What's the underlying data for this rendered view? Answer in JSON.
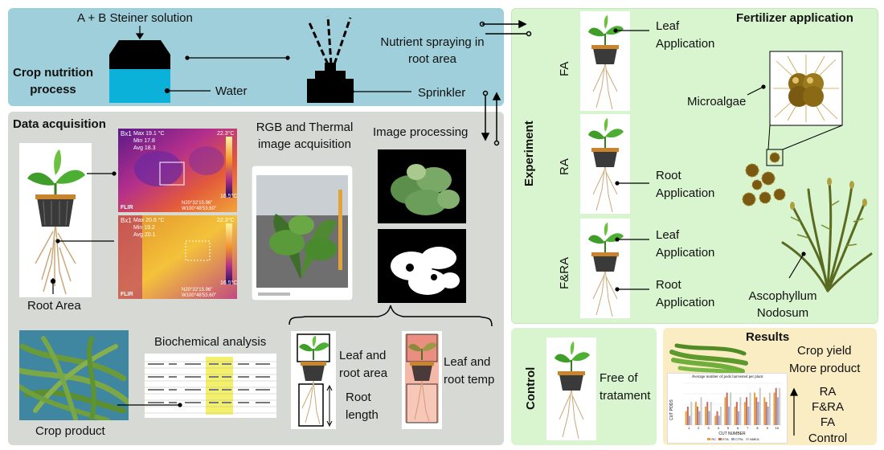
{
  "nutrition": {
    "title": "Crop nutrition process",
    "steiner": "A + B Steiner solution",
    "water": "Water",
    "spraying": "Nutrient spraying in root area",
    "sprinkler": "Sprinkler"
  },
  "acquisition": {
    "title": "Data acquisition",
    "root_area": "Root Area",
    "rgb_thermal": "RGB and Thermal image acquisition",
    "image_processing": "Image processing",
    "biochemical": "Biochemical analysis",
    "crop_product": "Crop product",
    "leaf_root_area": "Leaf and root area",
    "root_length": "Root length",
    "leaf_root_temp": "Leaf and root temp",
    "thermal_top": {
      "label": "Bx1",
      "max": "Max 19.1 °C",
      "min": "Min 17.8",
      "avg": "Avg 18.3",
      "high": "22.3°C",
      "low": "16.5°C",
      "coords": "N20°32'15.96\" W100°48'53.60\"",
      "brand": "FLIR"
    },
    "thermal_bottom": {
      "label": "Bx1",
      "max": "Max 20.6 °C",
      "min": "Min 19.2",
      "avg": "Avg 20.1",
      "high": "22.3°C",
      "low": "16.5°C",
      "coords": "N20°32'15.96\" W100°48'53.60\"",
      "brand": "FLIR"
    }
  },
  "experiment": {
    "title": "Experiment",
    "fertilizer": "Fertilizer application",
    "fa": "FA",
    "ra": "RA",
    "fara": "F&RA",
    "leaf_app_1": "Leaf Application",
    "root_app_1": "Root Application",
    "leaf_app_2": "Leaf Application",
    "root_app_2": "Root Application",
    "microalgae": "Microalgae",
    "ascophyllum": "Ascophyllum Nodosum"
  },
  "control": {
    "title": "Control",
    "free": "Free of tratament"
  },
  "results": {
    "title": "Results",
    "yield": "Crop yield",
    "more": "More product",
    "ranking": [
      "RA",
      "F&RA",
      "FA",
      "Control"
    ]
  },
  "chart_data": {
    "type": "bar",
    "title": "Average number of pods harvested per plant",
    "xlabel": "CUT NUMBER",
    "ylabel": "CUT PODS",
    "categories": [
      "1",
      "2",
      "3",
      "4",
      "5",
      "6",
      "7",
      "8",
      "9",
      "10"
    ],
    "series": [
      {
        "name": "RC",
        "values": [
          3,
          5,
          4,
          2,
          6,
          4,
          5,
          7,
          6,
          7
        ]
      },
      {
        "name": "ETA",
        "values": [
          4,
          4,
          5,
          3,
          7,
          5,
          6,
          6,
          5,
          8
        ]
      },
      {
        "name": "CTRL",
        "values": [
          2,
          3,
          3,
          2,
          4,
          3,
          4,
          5,
          4,
          6
        ]
      },
      {
        "name": "NMEA",
        "values": [
          5,
          6,
          5,
          4,
          7,
          6,
          7,
          8,
          7,
          8
        ]
      }
    ],
    "colors": [
      "#e4a13c",
      "#c76b5a",
      "#9aa7d6",
      "#c9c9c9"
    ]
  }
}
